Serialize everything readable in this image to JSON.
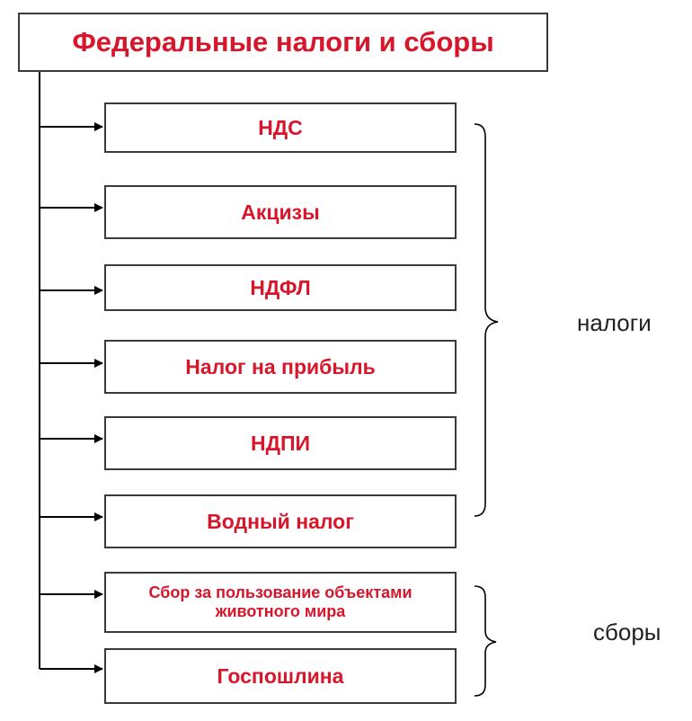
{
  "title": "Федеральные налоги и сборы",
  "taxes": [
    "НДС",
    "Акцизы",
    "НДФЛ",
    "Налог на прибыль",
    "НДПИ",
    "Водный налог"
  ],
  "fees": [
    "Сбор за пользование объектами животного мира",
    "Госпошлина"
  ],
  "group_labels": {
    "taxes": "налоги",
    "fees": "сборы"
  },
  "colors": {
    "text": "#d8162b",
    "lines": "#000000",
    "border": "#3a3a3a"
  }
}
